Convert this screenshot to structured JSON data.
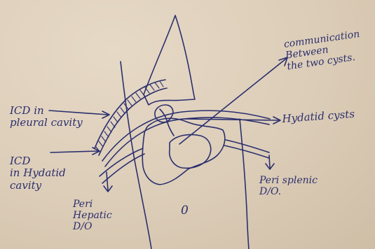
{
  "labels": {
    "icd_pleural": "ICD in\npleural cavity",
    "icd_hydatid": "ICD\nin Hydatid\ncavity",
    "communication": "communication\nBetween\nthe two cysts.",
    "hydatid_cysts": "Hydatid cysts",
    "peri_hepatic": "Peri\nHepatic\nD/O",
    "peri_splenic": "Peri splenic\nD/O.",
    "zero": "0"
  },
  "colors": {
    "ink": "#2b2f6e",
    "paper": "#ddd0bd"
  }
}
